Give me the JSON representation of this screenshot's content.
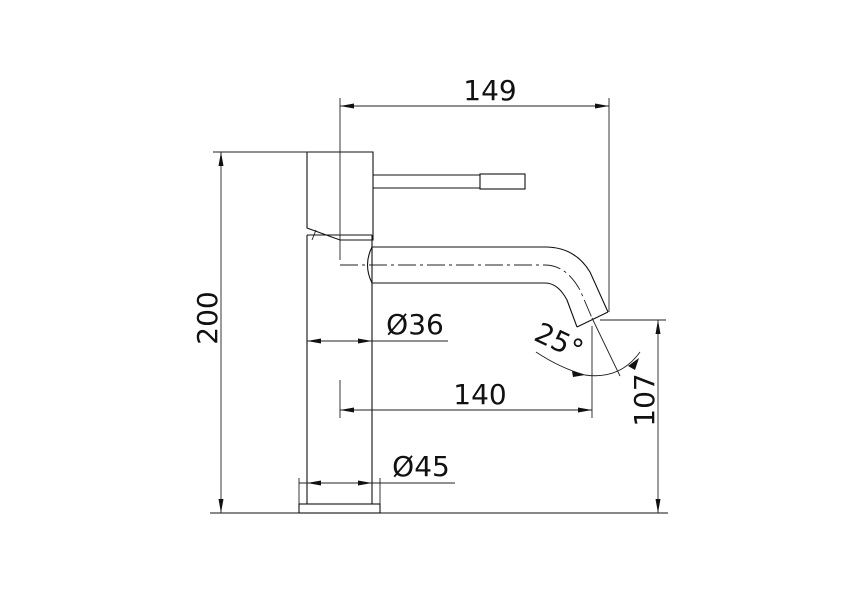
{
  "drawing": {
    "subject": "basin mixer tap technical side view",
    "line_color": "#111111",
    "background": "#ffffff",
    "dimensions": {
      "overall_reach": "149",
      "overall_height": "200",
      "body_diameter": "Ø36",
      "spout_reach": "140",
      "base_diameter": "Ø45",
      "spout_outlet_height": "107",
      "spout_angle": "25°"
    }
  }
}
